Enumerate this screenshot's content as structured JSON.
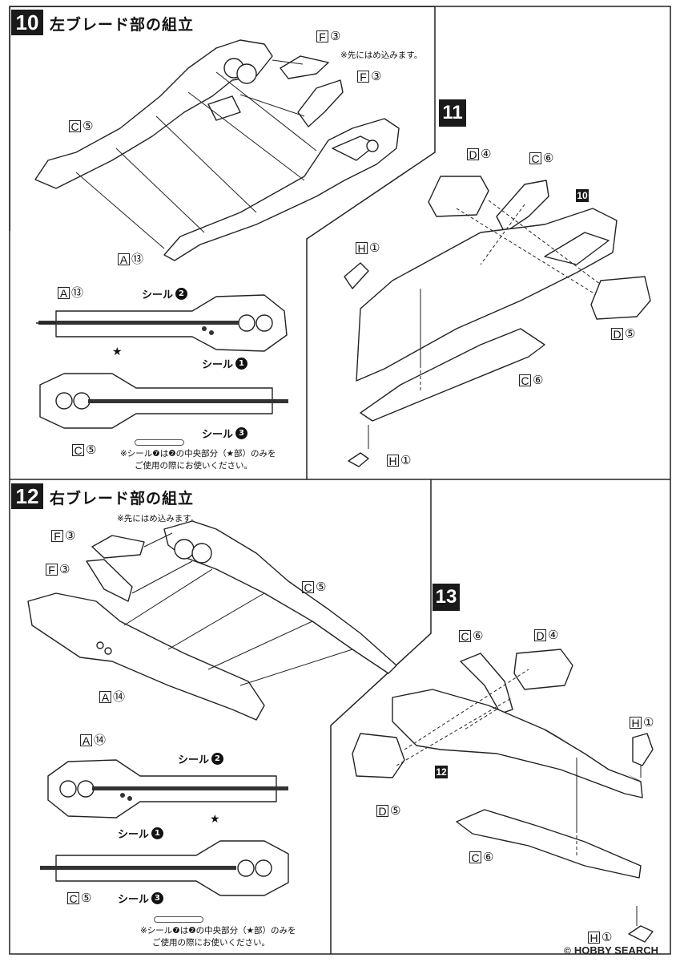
{
  "steps": [
    {
      "num": "10",
      "title": "左ブレード部の組立"
    },
    {
      "num": "11",
      "title": ""
    },
    {
      "num": "12",
      "title": "右ブレード部の組立"
    },
    {
      "num": "13",
      "title": ""
    }
  ],
  "parts": {
    "s10_f3a": {
      "letter": "F",
      "number": "③"
    },
    "s10_f3b": {
      "letter": "F",
      "number": "③"
    },
    "s10_c5": {
      "letter": "C",
      "number": "⑤"
    },
    "s10_a13": {
      "letter": "A",
      "number": "⑬"
    },
    "s10_a13b": {
      "letter": "A",
      "number": "⑬"
    },
    "s10_c5b": {
      "letter": "C",
      "number": "⑤"
    },
    "s11_d4": {
      "letter": "D",
      "number": "④"
    },
    "s11_c6": {
      "letter": "C",
      "number": "⑥"
    },
    "s11_h1": {
      "letter": "H",
      "number": "①"
    },
    "s11_d5": {
      "letter": "D",
      "number": "⑤"
    },
    "s11_c6b": {
      "letter": "C",
      "number": "⑥"
    },
    "s11_h1b": {
      "letter": "H",
      "number": "①"
    },
    "s12_f3a": {
      "letter": "F",
      "number": "③"
    },
    "s12_f3b": {
      "letter": "F",
      "number": "③"
    },
    "s12_c5": {
      "letter": "C",
      "number": "⑤"
    },
    "s12_a14": {
      "letter": "A",
      "number": "⑭"
    },
    "s12_a14b": {
      "letter": "A",
      "number": "⑭"
    },
    "s12_c5b": {
      "letter": "C",
      "number": "⑤"
    },
    "s13_c6": {
      "letter": "C",
      "number": "⑥"
    },
    "s13_d4": {
      "letter": "D",
      "number": "④"
    },
    "s13_h1": {
      "letter": "H",
      "number": "①"
    },
    "s13_d5": {
      "letter": "D",
      "number": "⑤"
    },
    "s13_c6b": {
      "letter": "C",
      "number": "⑥"
    },
    "s13_h1b": {
      "letter": "H",
      "number": "①"
    }
  },
  "seals": {
    "s10_2": {
      "text": "シール",
      "num": "2"
    },
    "s10_1": {
      "text": "シール",
      "num": "1"
    },
    "s10_3": {
      "text": "シール",
      "num": "3"
    },
    "s12_2": {
      "text": "シール",
      "num": "2"
    },
    "s12_1": {
      "text": "シール",
      "num": "1"
    },
    "s12_3": {
      "text": "シール",
      "num": "3"
    }
  },
  "notes": {
    "press_fit_10": "※先にはめ込みます。",
    "press_fit_12": "※先にはめ込みます。",
    "seal_note_10_l1": "※シール❼は❷の中央部分（★部）のみを",
    "seal_note_10_l2": "ご使用の際にお使いください。",
    "seal_note_12_l1": "※シール❼は❷の中央部分（★部）のみを",
    "seal_note_12_l2": "ご使用の際にお使いください。"
  },
  "refs": {
    "ref10": "10",
    "ref12": "12"
  },
  "star": "★",
  "watermark": "HOBBY SEARCH",
  "colors": {
    "ink": "#1a1a1a",
    "paper": "#ffffff",
    "tone": "#555555"
  }
}
